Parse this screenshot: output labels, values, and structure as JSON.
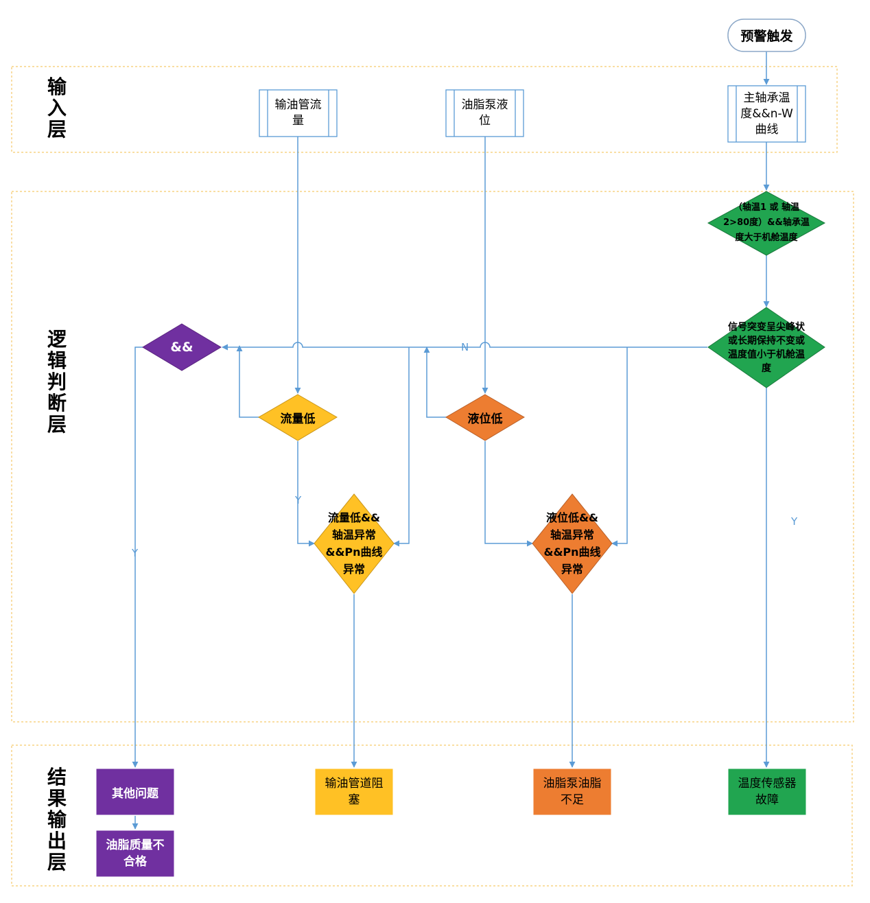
{
  "layers": {
    "input": "输\n入\n层",
    "logic": "逻\n辑\n判\n断\n层",
    "output": "结\n果\n输\n出\n层"
  },
  "nodes": {
    "trigger": "预警触发",
    "oil_flow": "输油管流\n量",
    "pump_level": "油脂泵液\n位",
    "bearing_temp": "主轴承温\n度&&n-W\n曲线",
    "temp_condition": "（轴温1 或 轴温\n2>80度）&&轴承温\n度大于机舱温度",
    "signal_check": "信号突变呈尖峰状\n或长期保持不变或\n温度值小于机舱温\n度",
    "and_gate": "&&",
    "flow_low": "流量低",
    "level_low": "液位低",
    "flow_combo": "流量低&&\n轴温异常\n&&Pn曲线\n异常",
    "level_combo": "液位低&&\n轴温异常\n&&Pn曲线\n异常",
    "out_other": "其他问题",
    "out_grease_quality": "油脂质量不\n合格",
    "out_pipe_block": "输油管道阻\n塞",
    "out_pump_short": "油脂泵油脂\n不足",
    "out_sensor_fault": "温度传感器\n故障"
  },
  "edge_labels": {
    "no": "N",
    "yes_flow": "Y",
    "yes_and": "Y",
    "yes_sensor": "Y"
  },
  "colors": {
    "layer_border": "#f5c96a",
    "line": "#5b9bd5",
    "purple": "#7030a0",
    "yellow": "#ffc125",
    "orange": "#ed7d31",
    "green": "#21a550"
  }
}
